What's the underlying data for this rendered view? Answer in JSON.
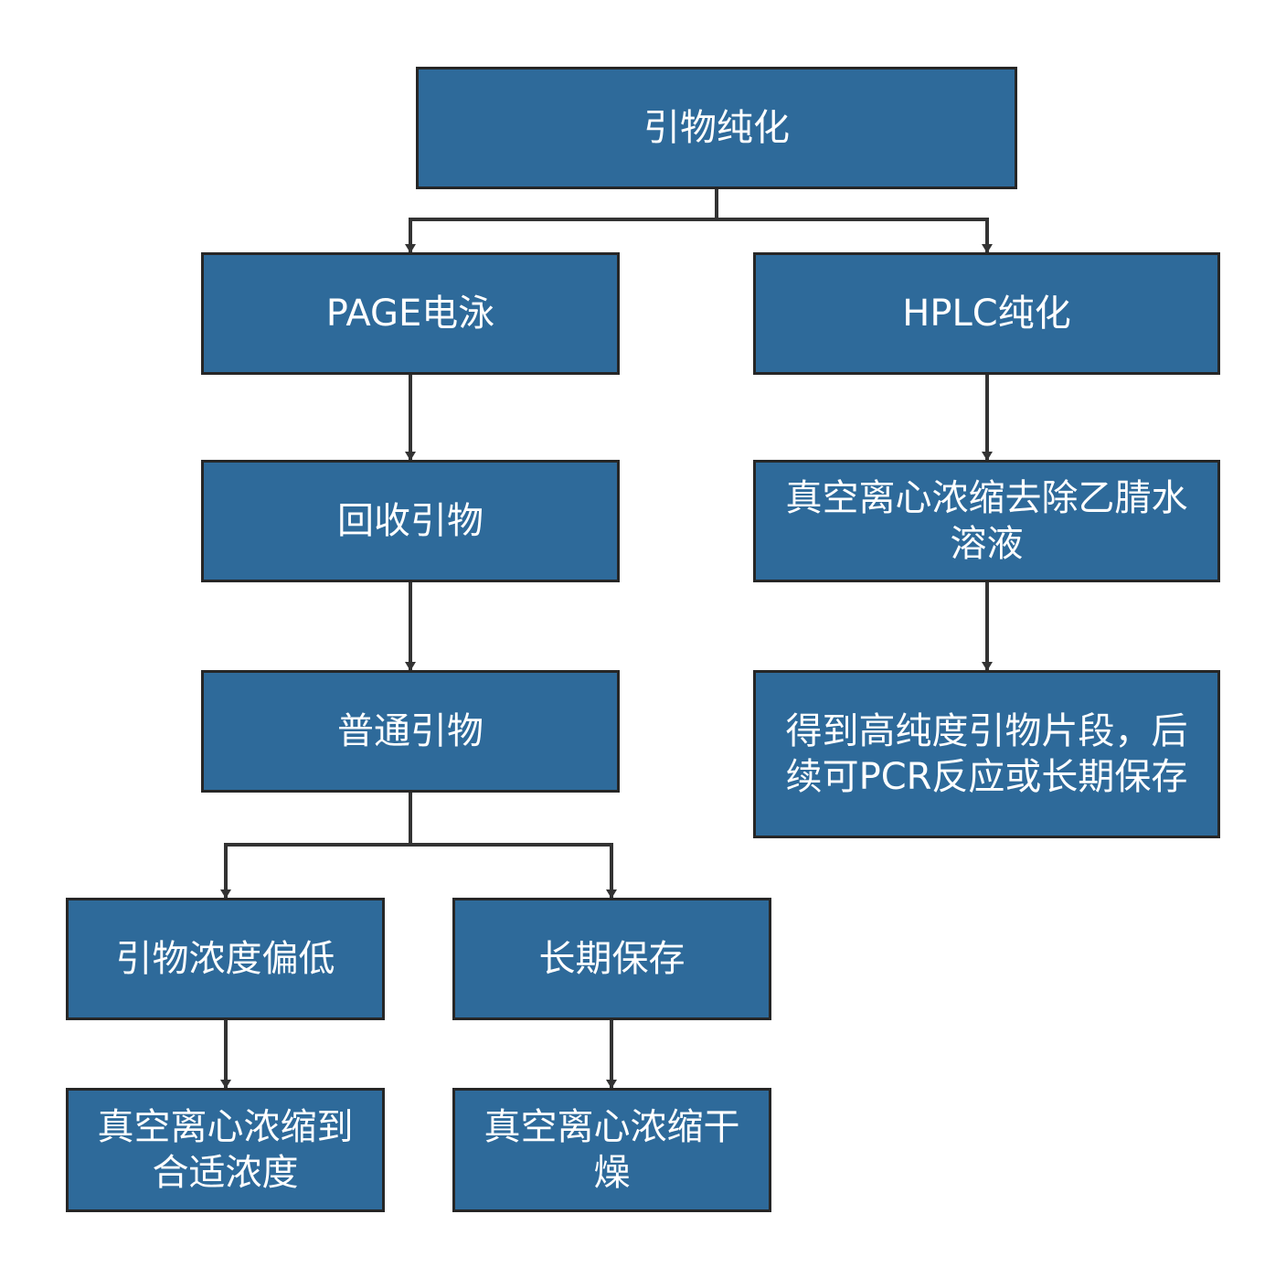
{
  "style": {
    "node_fill": "#2e6a9a",
    "node_border": "#262626",
    "text_color": "#ffffff",
    "edge_color": "#333333"
  },
  "nodes": {
    "root": "引物纯化",
    "page": "PAGE电泳",
    "hplc": "HPLC纯化",
    "recover": "回收引物",
    "normal": "普通引物",
    "vacuum_acetonitrile": "真空离心浓缩去除乙腈水溶液",
    "result": "得到高纯度引物片段，后续可PCR反应或长期保存",
    "low_concentration": "引物浓度偏低",
    "long_storage": "长期保存",
    "vacuum_concentrate": "真空离心浓缩到合适浓度",
    "vacuum_dry": "真空离心浓缩干燥"
  },
  "edges": [
    [
      "root",
      "page"
    ],
    [
      "root",
      "hplc"
    ],
    [
      "page",
      "recover"
    ],
    [
      "recover",
      "normal"
    ],
    [
      "normal",
      "low_concentration"
    ],
    [
      "normal",
      "long_storage"
    ],
    [
      "low_concentration",
      "vacuum_concentrate"
    ],
    [
      "long_storage",
      "vacuum_dry"
    ],
    [
      "hplc",
      "vacuum_acetonitrile"
    ],
    [
      "vacuum_acetonitrile",
      "result"
    ]
  ]
}
